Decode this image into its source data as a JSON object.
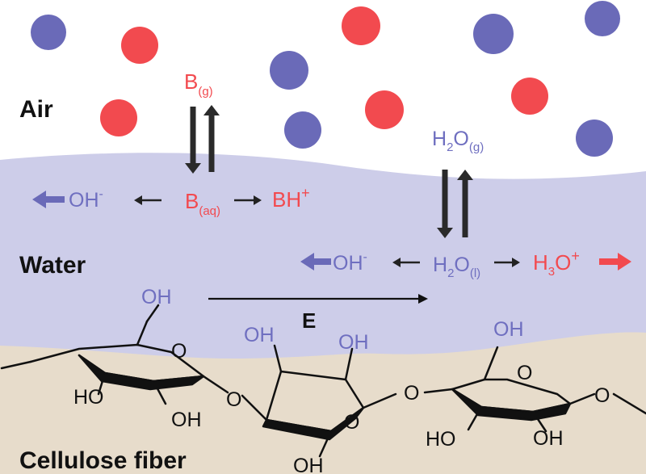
{
  "labels": {
    "air": "Air",
    "water": "Water",
    "cellulose": "Cellulose fiber",
    "electric_field": "E"
  },
  "species": {
    "base_gas": {
      "main": "B",
      "sub": "(g)"
    },
    "base_aq": {
      "main": "B",
      "sub": "(aq)"
    },
    "conj_acid": {
      "main": "BH",
      "sup": "+"
    },
    "hydroxide_left": {
      "main": "OH",
      "sup": "-"
    },
    "water_gas": {
      "main": "H",
      "sub1": "2",
      "main2": "O",
      "sub2": "(g)"
    },
    "water_liquid": {
      "main": "H",
      "sub1": "2",
      "main2": "O",
      "sub2": "(l)"
    },
    "hydroxide_right": {
      "main": "OH",
      "sup": "-"
    },
    "hydronium": {
      "main": "H",
      "sub1": "3",
      "main2": "O",
      "sup": "+"
    }
  },
  "cellulose_groups": {
    "oh": "OH",
    "ho": "HO",
    "o": "O"
  },
  "colors": {
    "air_bg": "#ffffff",
    "water_layer": "#cdcde9",
    "cellulose_layer": "#e7dccb",
    "red_species": "#f24a4f",
    "blue_species": "#6a6ab8",
    "blue_text": "#6f6fc0",
    "dark": "#222222"
  }
}
